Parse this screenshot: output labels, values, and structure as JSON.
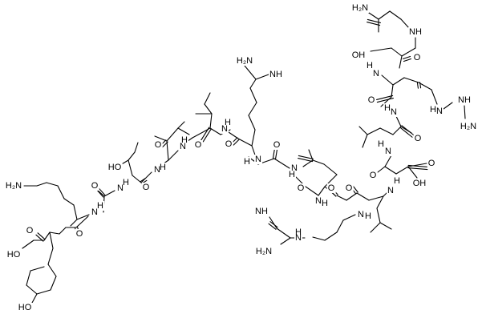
{
  "diagram": {
    "type": "skeletal-structure",
    "colors": {
      "bond": "#000000",
      "label": "#000000",
      "background": "#ffffff"
    },
    "labels": {
      "h2n_top": "H₂N",
      "nh_ala2": "NH",
      "oh_ser": "OH",
      "o_ser": "O",
      "h_ser_n": "H",
      "n_ser": "N",
      "o_arg3": "O",
      "nh_guan_arg3": "NH",
      "h2n_guan_arg3": "H₂N",
      "h_arg3_n": "H",
      "n_arg3": "N",
      "o_leu4": "O",
      "h_leu4_n": "H",
      "n_leu4": "N",
      "o_asp": "O",
      "h_asp_n": "H",
      "n_asp": "N",
      "oh_asp": "OH",
      "o_asp_acid": "O",
      "o_leu6": "O",
      "h_leu6_n": "H",
      "n_leu6": "N",
      "o_arg7": "O",
      "nh_guan_arg7": "NH",
      "h2n_guan_arg7": "H₂N",
      "h_guan_arg7": "H",
      "n_guan_arg7": "N",
      "h_arg7_n": "H",
      "n_arg7": "N",
      "o_ile8": "O",
      "h_ile8_n": "H",
      "n_ile8": "N",
      "o_gly": "O",
      "h_gly_n": "H",
      "n_gly": "N",
      "o_arg10": "O",
      "nh_guan_arg10": "NH",
      "h2n_guan_arg10": "H₂N",
      "h_arg10_n": "H",
      "n_arg10": "N",
      "o_ile11": "O",
      "h_ile11_n": "H",
      "n_ile11": "N",
      "o_val": "O",
      "h_val_n": "H",
      "n_val": "N",
      "ho_thr": "HO",
      "o_thr": "O",
      "h_thr_n": "H",
      "n_thr": "N",
      "o_ala14": "O",
      "h_ala14_n": "H",
      "n_ala14": "N",
      "h2n_lys": "H₂N",
      "o_lys": "O",
      "h_lys_n": "H",
      "n_lys": "N",
      "o_tyr": "O",
      "ho_tyr_acid": "HO",
      "ho_tyr_phenol": "HO"
    }
  }
}
